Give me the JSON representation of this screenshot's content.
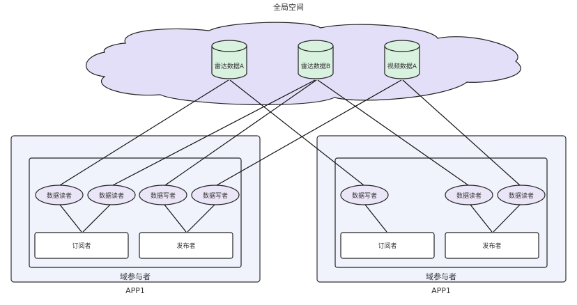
{
  "diagram": {
    "title": "全局空间",
    "colors": {
      "cloud_fill": "#e4dff8",
      "db_fill": "#d9f2df",
      "outer_box_fill": "#f0f3fc",
      "ellipse_fill": "#ebe6f7",
      "stroke": "#222222"
    },
    "databases": [
      {
        "id": "radarA",
        "label": "雷达数据A"
      },
      {
        "id": "radarB",
        "label": "雷达数据B"
      },
      {
        "id": "videoA",
        "label": "视频数据A"
      }
    ],
    "apps": [
      {
        "id": "app-left",
        "name": "APP1",
        "domain_label": "域参与者",
        "boxes": [
          {
            "id": "L-sub",
            "label": "订阅者"
          },
          {
            "id": "L-pub",
            "label": "发布者"
          }
        ],
        "roles": [
          {
            "id": "L-r1",
            "label": "数据读者",
            "parent": "L-sub",
            "source": "radarA"
          },
          {
            "id": "L-r2",
            "label": "数据读者",
            "parent": "L-sub",
            "source": "radarB"
          },
          {
            "id": "L-w1",
            "label": "数据写者",
            "parent": "L-pub",
            "source": "radarB"
          },
          {
            "id": "L-w2",
            "label": "数据写者",
            "parent": "L-pub",
            "source": "videoA"
          }
        ]
      },
      {
        "id": "app-right",
        "name": "APP1",
        "domain_label": "域参与者",
        "boxes": [
          {
            "id": "R-sub",
            "label": "订阅者"
          },
          {
            "id": "R-pub",
            "label": "发布者"
          }
        ],
        "roles": [
          {
            "id": "R-w1",
            "label": "数据写者",
            "parent": "R-sub",
            "source": "radarA"
          },
          {
            "id": "R-r1",
            "label": "数据读者",
            "parent": "R-pub",
            "source": "radarB"
          },
          {
            "id": "R-r2",
            "label": "数据读者",
            "parent": "R-pub",
            "source": "videoA"
          }
        ]
      }
    ]
  }
}
